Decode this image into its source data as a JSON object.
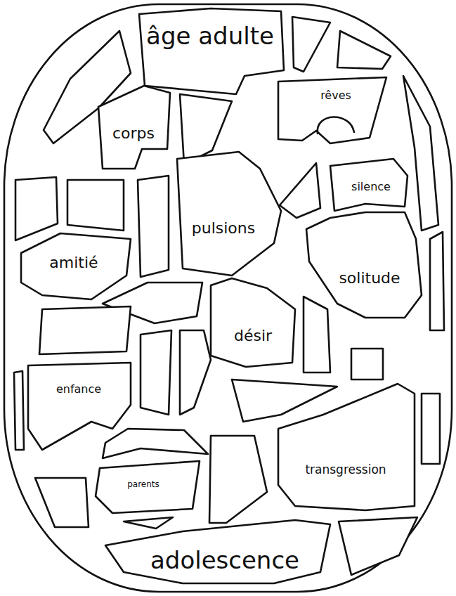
{
  "diagram": {
    "nodes": [
      {
        "text": [
          "âge adulte"
        ]
      },
      {
        "text": [
          "rêves"
        ]
      },
      {
        "text": [
          "corps"
        ]
      },
      {
        "text": [
          "silence"
        ]
      },
      {
        "text": [
          "pulsions"
        ]
      },
      {
        "text": [
          "amitié"
        ]
      },
      {
        "text": [
          "solitude"
        ]
      },
      {
        "text": [
          "désir"
        ]
      },
      {
        "text": [
          "enfance"
        ]
      },
      {
        "text": [
          "transgression"
        ]
      },
      {
        "text": [
          "parents"
        ]
      },
      {
        "text": [
          "adolescence"
        ]
      }
    ]
  }
}
